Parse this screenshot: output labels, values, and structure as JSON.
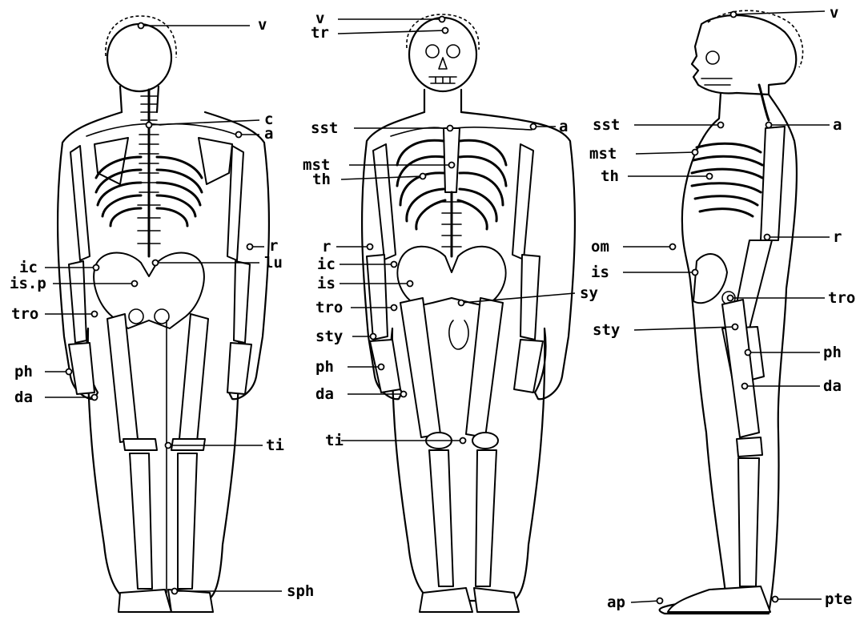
{
  "figures": [
    {
      "view": "posterior",
      "labels": [
        {
          "id": "v",
          "text": "v"
        },
        {
          "id": "c",
          "text": "c"
        },
        {
          "id": "a",
          "text": "a"
        },
        {
          "id": "r",
          "text": "r"
        },
        {
          "id": "lu",
          "text": "lu"
        },
        {
          "id": "ic",
          "text": "ic"
        },
        {
          "id": "isp",
          "text": "is.p"
        },
        {
          "id": "tro",
          "text": "tro"
        },
        {
          "id": "ph",
          "text": "ph"
        },
        {
          "id": "da",
          "text": "da"
        },
        {
          "id": "ti",
          "text": "ti"
        },
        {
          "id": "sph",
          "text": "sph"
        }
      ]
    },
    {
      "view": "anterior",
      "labels": [
        {
          "id": "v",
          "text": "v"
        },
        {
          "id": "tr",
          "text": "tr"
        },
        {
          "id": "sst",
          "text": "sst"
        },
        {
          "id": "a",
          "text": "a"
        },
        {
          "id": "mst",
          "text": "mst"
        },
        {
          "id": "th",
          "text": "th"
        },
        {
          "id": "r",
          "text": "r"
        },
        {
          "id": "ic",
          "text": "ic"
        },
        {
          "id": "is",
          "text": "is"
        },
        {
          "id": "tro",
          "text": "tro"
        },
        {
          "id": "sy",
          "text": "sy"
        },
        {
          "id": "sty",
          "text": "sty"
        },
        {
          "id": "ph",
          "text": "ph"
        },
        {
          "id": "da",
          "text": "da"
        },
        {
          "id": "ti",
          "text": "ti"
        }
      ]
    },
    {
      "view": "lateral",
      "labels": [
        {
          "id": "v",
          "text": "v"
        },
        {
          "id": "sst",
          "text": "sst"
        },
        {
          "id": "a",
          "text": "a"
        },
        {
          "id": "mst",
          "text": "mst"
        },
        {
          "id": "th",
          "text": "th"
        },
        {
          "id": "r",
          "text": "r"
        },
        {
          "id": "om",
          "text": "om"
        },
        {
          "id": "is",
          "text": "is"
        },
        {
          "id": "tro",
          "text": "tro"
        },
        {
          "id": "sty",
          "text": "sty"
        },
        {
          "id": "ph",
          "text": "ph"
        },
        {
          "id": "da",
          "text": "da"
        },
        {
          "id": "ap",
          "text": "ap"
        },
        {
          "id": "pte",
          "text": "pte"
        }
      ]
    }
  ]
}
